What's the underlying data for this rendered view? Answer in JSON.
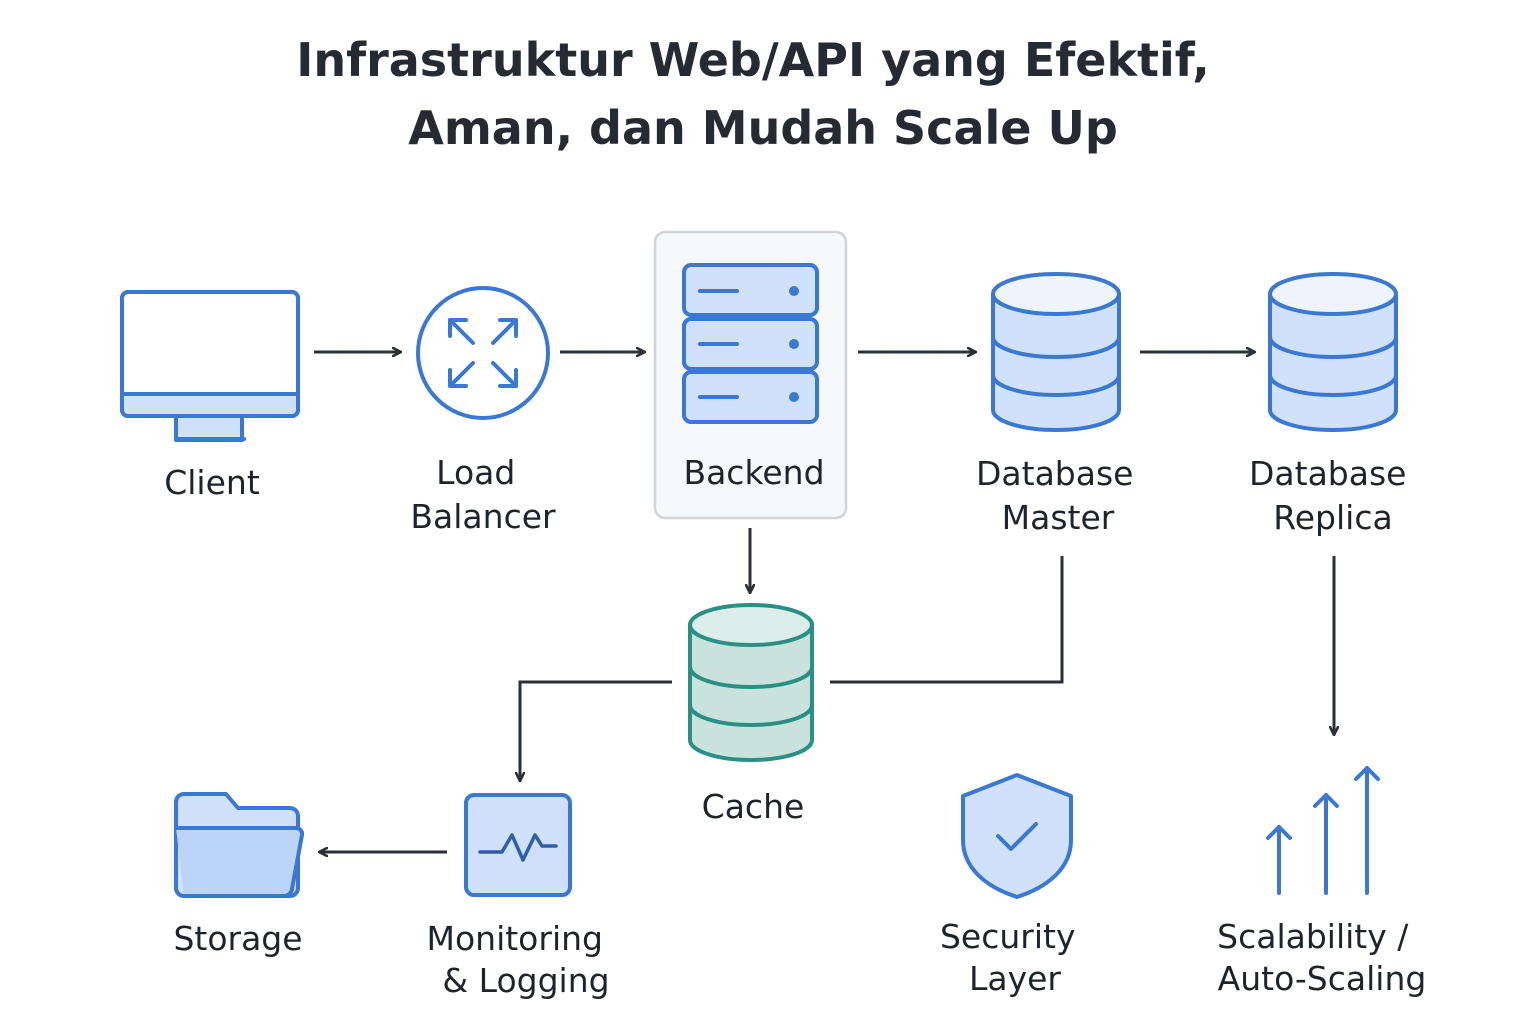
{
  "title": {
    "line1": "Infrastruktur Web/API yang Efektif,",
    "line2": "Aman, dan Mudah Scale Up"
  },
  "nodes": {
    "client": {
      "label": [
        "Client"
      ],
      "icon": "monitor-icon"
    },
    "load_balancer": {
      "label": [
        "Load",
        "Balancer"
      ],
      "icon": "load-balancer-icon"
    },
    "backend": {
      "label": [
        "Backend"
      ],
      "icon": "server-stack-icon"
    },
    "database_master": {
      "label": [
        "Database",
        "Master"
      ],
      "icon": "database-icon"
    },
    "database_replica": {
      "label": [
        "Database",
        "Replica"
      ],
      "icon": "database-icon"
    },
    "cache": {
      "label": [
        "Cache"
      ],
      "icon": "database-icon"
    },
    "storage": {
      "label": [
        "Storage"
      ],
      "icon": "folder-icon"
    },
    "monitoring": {
      "label": [
        "Monitoring",
        "& Logging"
      ],
      "icon": "activity-monitor-icon"
    },
    "security": {
      "label": [
        "Security",
        "Layer"
      ],
      "icon": "shield-check-icon"
    },
    "scalability": {
      "label": [
        "Scalability /",
        "Auto-Scaling"
      ],
      "icon": "arrows-up-icon"
    }
  },
  "edges": [
    {
      "from": "Client",
      "to": "Load Balancer"
    },
    {
      "from": "Load Balancer",
      "to": "Backend"
    },
    {
      "from": "Backend",
      "to": "Database Master"
    },
    {
      "from": "Database Master",
      "to": "Database Replica"
    },
    {
      "from": "Backend",
      "to": "Cache"
    },
    {
      "from": "Database Master",
      "to": "Cache"
    },
    {
      "from": "Cache",
      "to": "Monitoring & Logging"
    },
    {
      "from": "Monitoring & Logging",
      "to": "Storage"
    },
    {
      "from": "Database Replica",
      "to": "Scalability / Auto-Scaling"
    }
  ],
  "colors": {
    "icon_stroke": "#3a78d3",
    "icon_fill": "#cfe1fb",
    "cache_stroke": "#2a8f84",
    "cache_fill": "#c9e3dc",
    "connector": "#2b3036",
    "text": "#1f242b"
  }
}
